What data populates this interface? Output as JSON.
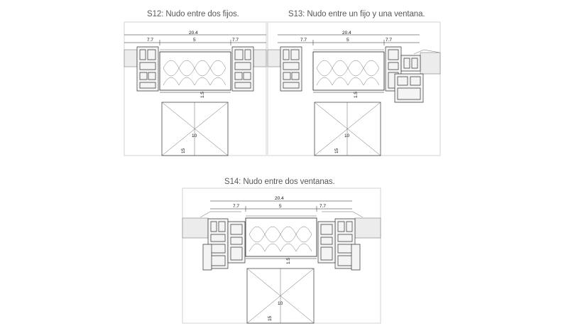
{
  "captions": {
    "s12": "S12: Nudo entre dos fijos.",
    "s13": "S13: Nudo entre un fijo y una ventana.",
    "s14": "S14: Nudo entre dos ventanas."
  },
  "dimensions": {
    "overall": "20.4",
    "side_left": "7.7",
    "center": "5",
    "side_right": "7.7",
    "lower_depth": "1.5",
    "box_width": "10",
    "box_height": "15"
  }
}
